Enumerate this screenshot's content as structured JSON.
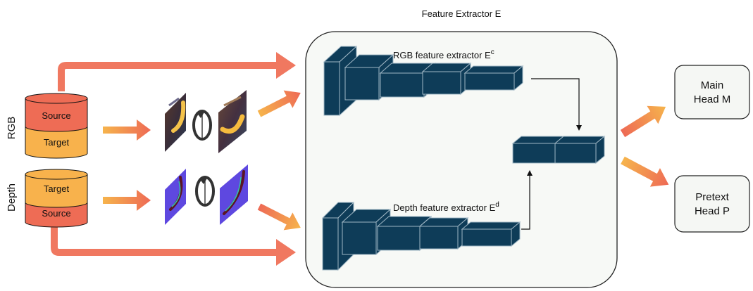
{
  "feature_extractor": {
    "title": "Feature Extractor E",
    "rgb_label": "RGB feature extractor E",
    "rgb_sup": "c",
    "depth_label": "Depth feature extractor E",
    "depth_sup": "d"
  },
  "modalities": {
    "rgb": "RGB",
    "depth": "Depth"
  },
  "databases": {
    "rgb_top": "Source",
    "rgb_bottom": "Target",
    "depth_top": "Target",
    "depth_bottom": "Source"
  },
  "heads": {
    "main_line1": "Main",
    "main_line2": "Head M",
    "pretext_line1": "Pretext",
    "pretext_line2": "Head P"
  },
  "colors": {
    "source_red": "#ee6c55",
    "target_orange": "#f8b24c",
    "block_navy": "#0e3c58",
    "arrow_salmon": "#f07860",
    "arrow_orange": "#f6a548",
    "panel_fill": "#f7f9f6"
  }
}
